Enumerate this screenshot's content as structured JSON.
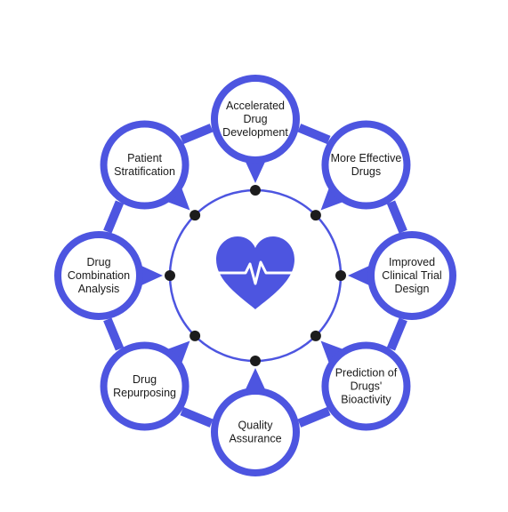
{
  "colors": {
    "accent": "#4d55e0",
    "ring": "#4d55e0",
    "dot": "#1c1c1c",
    "background": "#ffffff",
    "label_text": "#1a1a1a",
    "heart_line": "#ffffff"
  },
  "center": {
    "icon": "heart-pulse-icon"
  },
  "nodes": [
    {
      "id": "accelerated-drug-development",
      "lines": [
        "Accelerated",
        "Drug",
        "Development"
      ]
    },
    {
      "id": "more-effective-drugs",
      "lines": [
        "More Effective",
        "Drugs"
      ]
    },
    {
      "id": "improved-clinical-trial-design",
      "lines": [
        "Improved",
        "Clinical Trial",
        "Design"
      ]
    },
    {
      "id": "prediction-of-drugs-bioactivity",
      "lines": [
        "Prediction of",
        "Drugs'",
        "Bioactivity"
      ]
    },
    {
      "id": "quality-assurance",
      "lines": [
        "Quality",
        "Assurance"
      ]
    },
    {
      "id": "drug-repurposing",
      "lines": [
        "Drug",
        "Repurposing"
      ]
    },
    {
      "id": "drug-combination-analysis",
      "lines": [
        "Drug",
        "Combination",
        "Analysis"
      ]
    },
    {
      "id": "patient-stratification",
      "lines": [
        "Patient",
        "Stratification"
      ]
    }
  ]
}
